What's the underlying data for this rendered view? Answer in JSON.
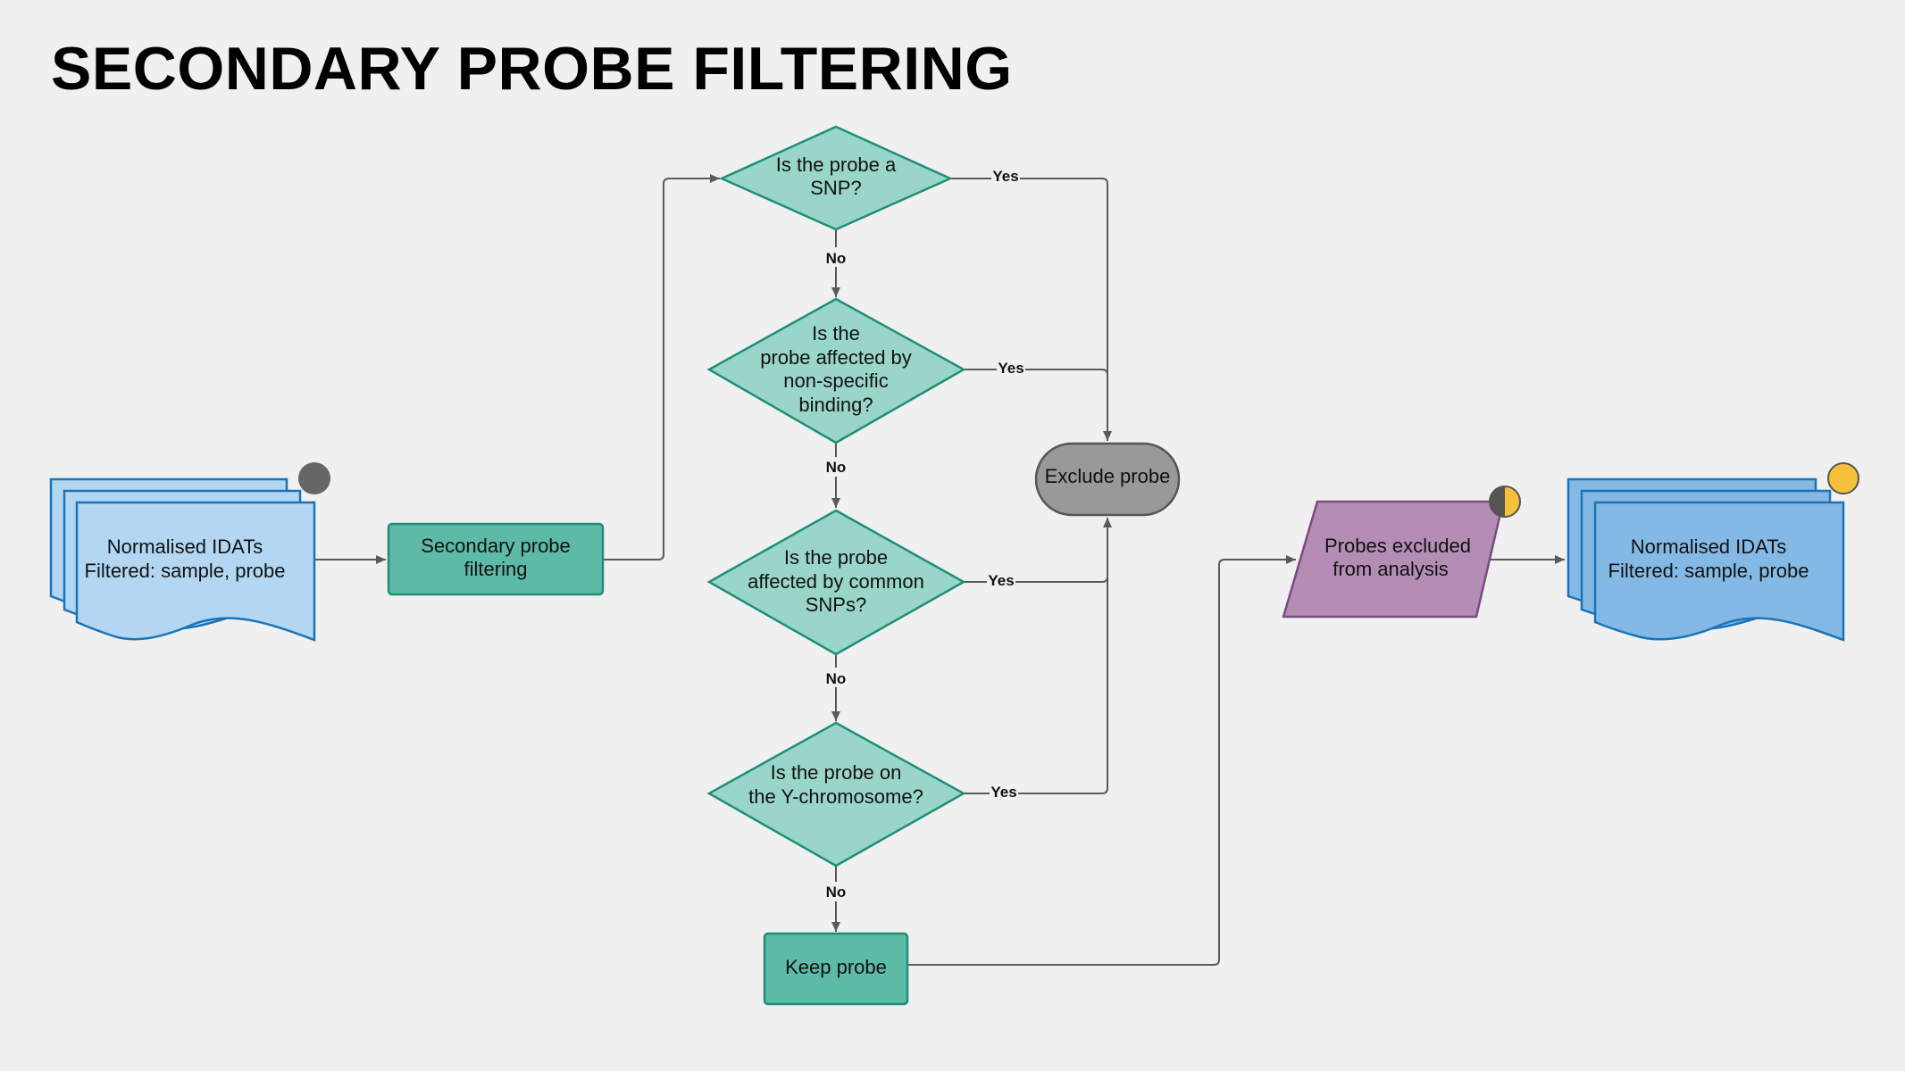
{
  "title": "SECONDARY PROBE FILTERING",
  "colors": {
    "background": "#f0f0f0",
    "input_doc_fill": "#b3d7f2",
    "input_doc_stroke": "#1a73b8",
    "output_doc_fill": "#85b9e5",
    "output_doc_stroke": "#1a73b8",
    "process_fill": "#5cbaa6",
    "process_stroke": "#1e8f78",
    "decision_fill": "#99d6c9",
    "decision_stroke": "#1e8f78",
    "terminal_fill": "#999999",
    "terminal_stroke": "#555555",
    "data_fill": "#b48db5",
    "data_stroke": "#7a4a82",
    "connector": "#5a5a5a",
    "status_gray": "#666666",
    "status_yellow": "#f5c03a"
  },
  "nodes": {
    "input_docs": {
      "line1": "Normalised IDATs",
      "line2": "Filtered: sample, probe",
      "status_icon": "gray-dot-icon"
    },
    "secondary_filtering": {
      "line1": "Secondary probe",
      "line2": "filtering"
    },
    "q_snp": {
      "line1": "Is the probe a",
      "line2": "SNP?"
    },
    "q_nonspecific": {
      "line1": "Is the",
      "line2": "probe affected by",
      "line3": "non-specific",
      "line4": "binding?"
    },
    "q_common_snps": {
      "line1": "Is the probe",
      "line2": "affected by common",
      "line3": "SNPs?"
    },
    "q_ychrom": {
      "line1": "Is the probe on",
      "line2": "the Y-chromosome?"
    },
    "keep_probe": {
      "label": "Keep probe"
    },
    "exclude_probe": {
      "label": "Exclude probe"
    },
    "probes_excluded": {
      "line1": "Probes excluded",
      "line2": "from analysis",
      "status_icon": "half-yellow-dot-icon"
    },
    "output_docs": {
      "line1": "Normalised IDATs",
      "line2": "Filtered: sample, probe",
      "status_icon": "yellow-dot-icon"
    }
  },
  "edges": {
    "snp_yes": "Yes",
    "snp_no": "No",
    "nonspecific_yes": "Yes",
    "nonspecific_no": "No",
    "common_yes": "Yes",
    "common_no": "No",
    "ychrom_yes": "Yes",
    "ychrom_no": "No"
  }
}
